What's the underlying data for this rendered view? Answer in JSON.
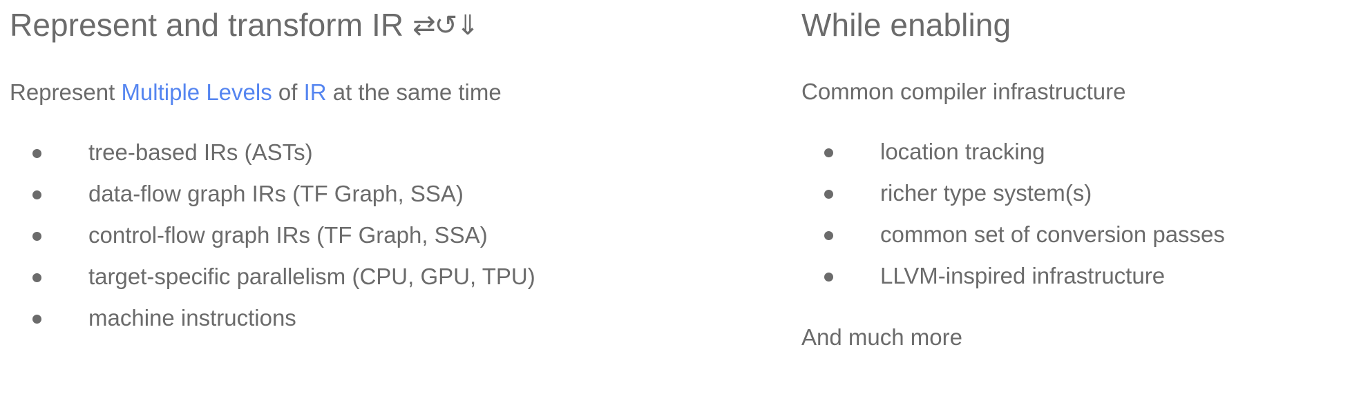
{
  "slide": {
    "background_color": "#ffffff",
    "text_color": "#6b6b6b",
    "accent_color": "#5585f0"
  },
  "left": {
    "title_text": "Represent and transform IR",
    "title_glyphs": "⇄↺⇓",
    "lead": {
      "part1": "Represent ",
      "accent1": "Multiple Levels",
      "part2": " of ",
      "accent2": "IR",
      "part3": " at the same time"
    },
    "bullets": [
      "tree-based IRs (ASTs)",
      "data-flow graph IRs (TF Graph, SSA)",
      "control-flow graph IRs (TF Graph, SSA)",
      "target-specific parallelism (CPU, GPU, TPU)",
      "machine instructions"
    ]
  },
  "right": {
    "title_text": "While enabling",
    "lead": "Common compiler infrastructure",
    "bullets": [
      "location tracking",
      "richer type system(s)",
      "common set of conversion passes",
      "LLVM-inspired infrastructure"
    ],
    "tail": "And much more"
  }
}
